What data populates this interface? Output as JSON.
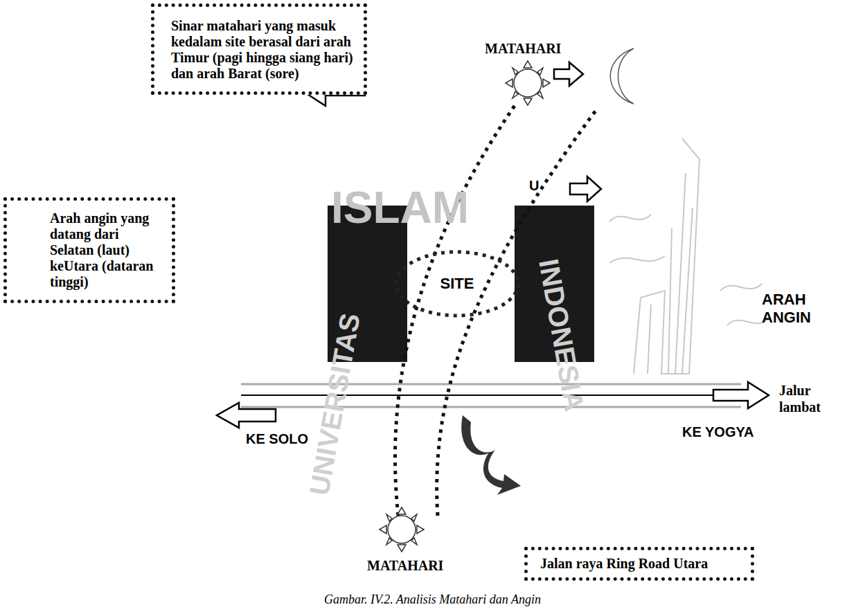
{
  "diagram": {
    "caption": "Gambar. IV.2. Analisis Matahari dan Angin",
    "nodes": [
      {
        "text": [
          "Sinar matahari yang masuk kedalam site berasal dari arah Timur (pagi hingga siang hari) dan arah Barat (sore)"
        ]
      },
      {
        "text": [
          "Arah angin yang datang dari Selatan (laut) keUtara (dataran tinggi)"
        ]
      },
      {
        "text": [
          "SITE"
        ]
      },
      {
        "text": [
          "Jalan raya Ring Road Utara"
        ]
      }
    ],
    "labels": [
      "MATAHARI",
      "MATAHARI",
      "U",
      "ARAH ANGIN",
      "Jalur lambat",
      "KE SOLO",
      "KE YOGYA",
      "ISLAM",
      "INDONESIA",
      "UNIVERSITAS"
    ]
  }
}
